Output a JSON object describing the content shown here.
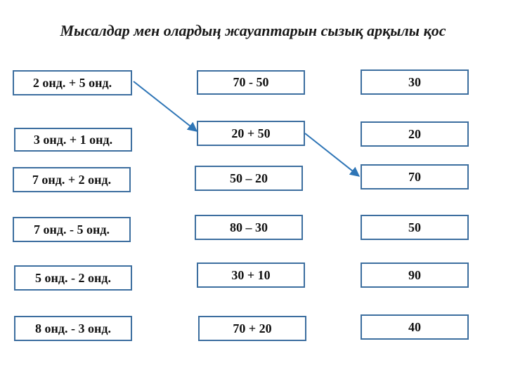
{
  "title": "Мысалдар мен олардың жауаптарын сызық арқылы қос",
  "left_column": [
    "2 онд. + 5 онд.",
    "3 онд. + 1 онд.",
    "7 онд. + 2 онд.",
    "7 онд. - 5 онд.",
    "5 онд. - 2 онд.",
    "8 онд. -  3 онд."
  ],
  "middle_column": [
    "70 - 50",
    "20 + 50",
    "50 – 20",
    "80 – 30",
    "30 + 10",
    "70 + 20"
  ],
  "right_column": [
    "30",
    "20",
    "70",
    "50",
    "90",
    "40"
  ],
  "connections": [
    {
      "from": "left_column.0",
      "to": "middle_column.1"
    },
    {
      "from": "middle_column.1",
      "to": "right_column.2"
    }
  ],
  "colors": {
    "box_border": "#3c6e9f",
    "line": "#2e75b6",
    "text": "#111111"
  }
}
